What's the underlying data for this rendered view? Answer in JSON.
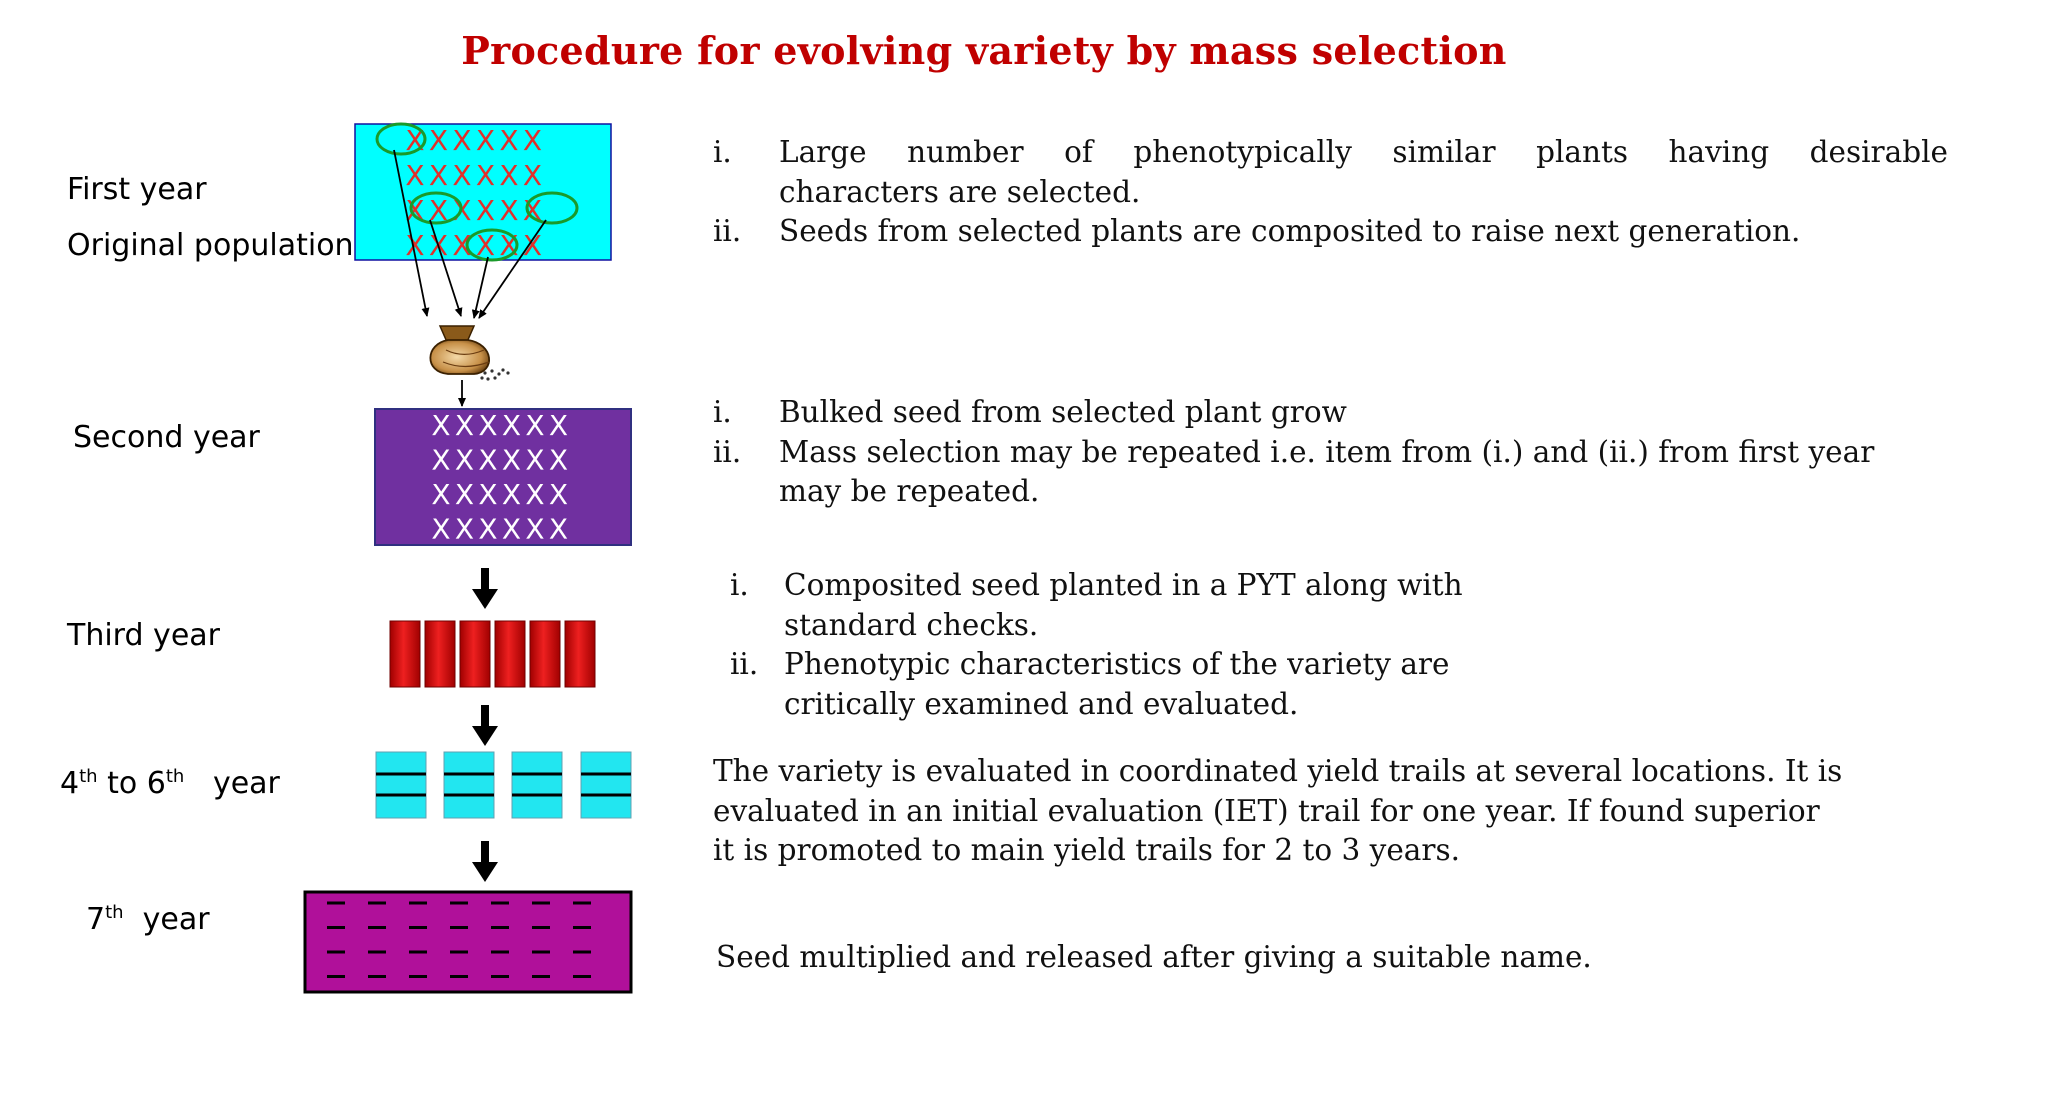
{
  "title": "Procedure for evolving variety by mass selection",
  "colors": {
    "title": "#c00000",
    "first_year_box": "#00ffff",
    "first_year_marks": "#e0302a",
    "selection_circle": "#1a9a2a",
    "second_year_box": "#7030a0",
    "third_year_blocks": "#d01818",
    "fourth_year_blocks": "#22e6f0",
    "seventh_year_box": "#b0109a"
  },
  "stages": {
    "first": {
      "label_line1": "First year",
      "label_line2": "Original population"
    },
    "second": {
      "label": "Second year"
    },
    "third": {
      "label": "Third  year"
    },
    "fourth": {
      "from_num": "4",
      "from_sup": "th",
      "to_word": "to",
      "to_num": "6",
      "to_sup": "th",
      "year_word": "year"
    },
    "seventh": {
      "num": "7",
      "sup": "th",
      "year_word": "year"
    }
  },
  "plot_symbols": {
    "first_year_mark": "X",
    "second_year_mark": "X"
  },
  "descriptions": {
    "first": {
      "items": [
        {
          "num": "i.",
          "line1": "Large number of phenotypically similar plants having desirable",
          "line2": "characters are selected."
        },
        {
          "num": "ii.",
          "line1": "Seeds from selected plants are composited to raise next generation."
        }
      ]
    },
    "second": {
      "items": [
        {
          "num": "i.",
          "line1": "Bulked seed from selected plant grow"
        },
        {
          "num": "ii.",
          "line1": "Mass selection may be repeated i.e. item from (i.) and (ii.) from first year",
          "line2": "may be repeated."
        }
      ]
    },
    "third": {
      "items": [
        {
          "num": "i.",
          "line1": "Composited seed planted in a PYT along with",
          "line2": "standard checks."
        },
        {
          "num": "ii.",
          "line1": "Phenotypic characteristics of the variety are",
          "line2": "critically examined and evaluated."
        }
      ]
    },
    "fourth": {
      "line1": "The variety is evaluated in coordinated yield trails at several locations. It is",
      "line2": "evaluated in an initial evaluation (IET) trail for one year. If found superior",
      "line3": "it is promoted to main yield trails for 2 to 3 years."
    },
    "seventh": {
      "text": "Seed multiplied and released after giving a suitable name."
    }
  }
}
